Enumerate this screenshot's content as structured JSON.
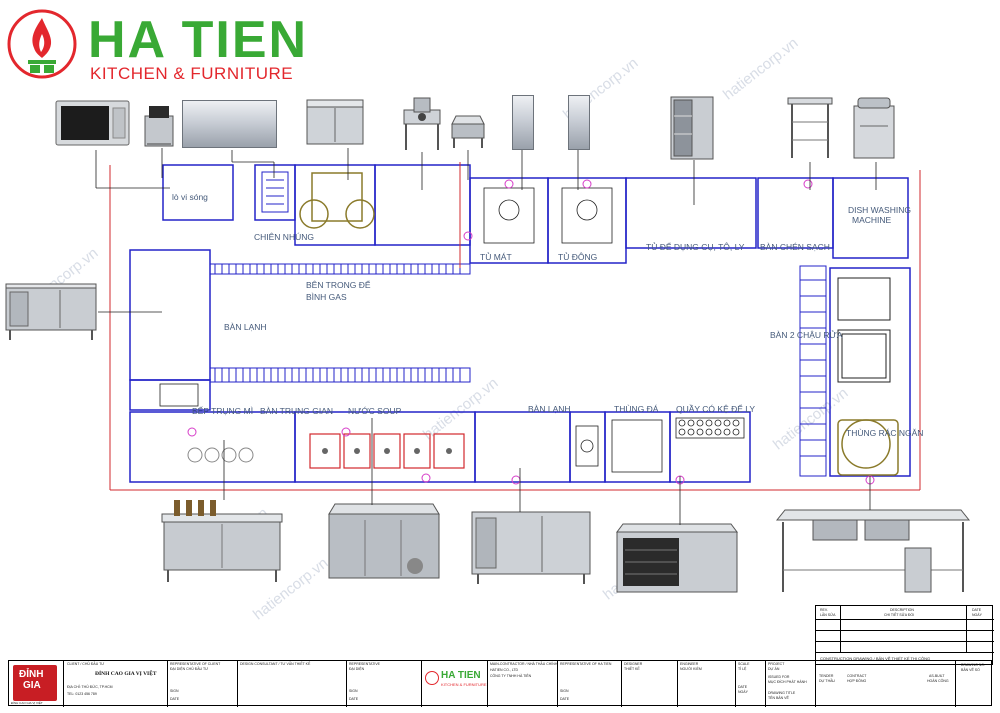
{
  "brand": {
    "name": "HA TIEN",
    "tagline": "KITCHEN & FURNITURE",
    "logo_red": "#e3272d",
    "logo_green": "#39a935"
  },
  "watermark": "hatiencorp.vn",
  "plan_labels": {
    "lo_vi_song": "lò vi sóng",
    "chien_nhung": "CHIÊN NHÚNG",
    "ben_trong_de_binh_gas": [
      "BÊN TRONG ĐỂ",
      "BÌNH GAS"
    ],
    "ban_lanh_left": "BÀN LẠNH",
    "tu_mat": "TỦ MÁT",
    "tu_dong": "TỦ ĐÔNG",
    "tu_de_dung_cu": "TỦ ĐỂ DỤNG CỤ, TÔ, LY",
    "ban_chen_sach": "BÀN CHÉN SẠCH",
    "dish_washing": [
      "DISH  WASHING",
      "MACHINE"
    ],
    "ban_2_chau_rua": "BÀN 2 CHẬU RỬA",
    "trung_mi": "BẾP TRỤNG MÌ",
    "ban_trung_gian": "BÀN TRUNG GIAN",
    "nuoc_soup": "NƯỚC SOUP",
    "ban_lanh_bottom": "BÀN LẠNH",
    "thung_da": "THÙNG ĐÁ",
    "quay_co_ke_de_ly": "QUẦY CÓ KỆ ĐỂ LY",
    "thung_rac_ngan": "THÙNG RÁC NGĂN"
  },
  "revision_table": {
    "rev": "REV.",
    "rev_vn": "LẦN SỬA",
    "description": "DESCRIPTION",
    "description_vn": "CHI TIẾT SỬA ĐỔI",
    "date": "DATE",
    "date_vn": "NGÀY",
    "construction": "CONSTRUCTION DRAWING / BẢN VẼ THIẾT KẾ THI CÔNG"
  },
  "title_block": {
    "client_label": "CLIENT / CHỦ ĐẦU TƯ",
    "client_name": "ĐỈNH CAO GIA VỊ VIỆT",
    "client_logo_lines": [
      "ĐỈNH",
      "GIA"
    ],
    "client_logo_sub": "ĐỈNH CAO GIA VỊ VIỆT",
    "client_addr": [
      "ĐỊA CHỈ: THỦ ĐỨC, TP.HCM",
      "TEL: 0123 456 789"
    ],
    "rep_client_label": "REPRESENTATIVE OF CLIENT",
    "rep_client_vn": "ĐẠI DIỆN CHỦ ĐẦU TƯ",
    "design_consultant": "DESIGN CONSULTANT / TƯ VẤN THIẾT KẾ",
    "rep_label": "REPRESENTATIVE",
    "rep_vn": "ĐẠI DIỆN",
    "main_contractor": "MAIN-CONTRACTOR / NHÀ THẦU CHÍNH",
    "contractor_name": "HATIEN CO., LTD",
    "contractor_vn": "CÔNG TY TNHH HÀ TIÊN",
    "rep_of_contractor": "REPRESENTATIVE OF HA TIEN",
    "designer": "DESIGNER",
    "designer_vn": "THIẾT KẾ",
    "engineer": "ENGINEER",
    "engineer_vn": "NGƯỜI KIỂM",
    "scale": "SCALE",
    "scale_vn": "TỈ LỆ",
    "project": "PROJECT",
    "project_vn": "DỰ ÁN",
    "issued_for": "ISSUED FOR",
    "issued_vn": "MỤC ĐÍCH PHÁT HÀNH",
    "tender": "TENDER",
    "tender_vn": "DỰ THẦU",
    "contract": "CONTRACT",
    "contract_vn": "HỢP ĐỒNG",
    "as_built": "AS-BUILT",
    "as_built_vn": "HOÀN CÔNG",
    "drawing_title": "DRAWING TITLE",
    "drawing_title_vn": "TÊN BẢN VẼ",
    "drawing_no": "DRAWING NO.",
    "drawing_no_vn": "BẢN VẼ SỐ",
    "date": "DATE",
    "date_vn": "NGÀY",
    "sign": "SIGN",
    "sign_vn": "KÝ"
  },
  "colors": {
    "plan_blue": "#2323c8",
    "plan_red": "#d2282d",
    "plan_olive": "#8a7a2a",
    "plan_magenta": "#d63cc8",
    "leader": "#222222"
  }
}
